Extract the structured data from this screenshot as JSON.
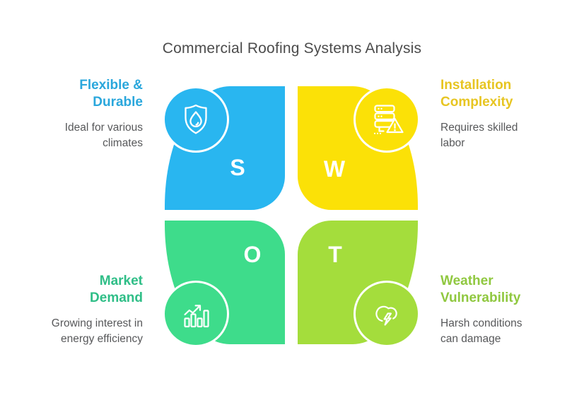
{
  "title": "Commercial Roofing Systems Analysis",
  "colors": {
    "background": "#ffffff",
    "title_text": "#4c4c4c",
    "body_text": "#57585a",
    "letter_text": "#ffffff"
  },
  "quadrants": {
    "strengths": {
      "letter": "S",
      "petal_color": "#29B6F0",
      "heading": "Flexible &\nDurable",
      "heading_color": "#2AA7DC",
      "description": "Ideal for various\nclimates",
      "icon": "shield-droplet-icon"
    },
    "weaknesses": {
      "letter": "W",
      "petal_color": "#FBE107",
      "heading": "Installation\nComplexity",
      "heading_color": "#E7C522",
      "description": "Requires skilled\nlabor",
      "icon": "server-warning-icon"
    },
    "opportunities": {
      "letter": "O",
      "petal_color": "#3EDC8B",
      "heading": "Market\nDemand",
      "heading_color": "#2FBE87",
      "description": "Growing interest in\nenergy efficiency",
      "icon": "growth-chart-icon"
    },
    "threats": {
      "letter": "T",
      "petal_color": "#A4DD3C",
      "heading": "Weather\nVulnerability",
      "heading_color": "#90C840",
      "description": "Harsh conditions\ncan damage",
      "icon": "storm-cloud-lightning-icon"
    }
  }
}
